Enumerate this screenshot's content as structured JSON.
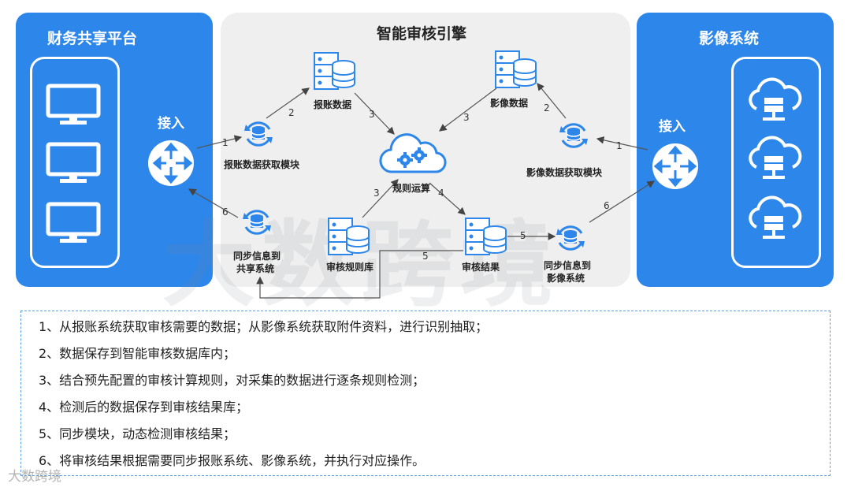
{
  "left_panel": {
    "title": "财务共享平台",
    "access_label": "接入"
  },
  "center_panel": {
    "title": "智能审核引擎"
  },
  "right_panel": {
    "title": "影像系统",
    "access_label": "接入"
  },
  "nodes": {
    "expense_data": "报账数据",
    "image_data": "影像数据",
    "expense_module": "报账数据获取模块",
    "image_module": "影像数据获取模块",
    "rule_compute": "规则运算",
    "rule_db": "审核规则库",
    "audit_result": "审核结果",
    "sync_shared_l1": "同步信息到",
    "sync_shared_l2": "共享系统",
    "sync_image_l1": "同步信息到",
    "sync_image_l2": "影像系统"
  },
  "step_numbers": {
    "left_in": "1",
    "expense_up": "2",
    "expense_to_rule": "3",
    "image_to_rule": "3",
    "image_up": "2",
    "right_in": "1",
    "ruledb_to_rule": "3",
    "rule_to_result": "4",
    "result_to_sync": "5",
    "result_back": "5",
    "sync_left": "6",
    "sync_right": "6"
  },
  "notes": [
    "1、从报账系统获取审核需要的数据；从影像系统获取附件资料，进行识别抽取；",
    "2、数据保存到智能审核数据库内；",
    "3、结合预先配置的审核计算规则，对采集的数据进行逐条规则检测；",
    "4、检测后的数据保存到审核结果库；",
    "5、同步模块，动态检测审核结果；",
    "6、将审核结果根据需要同步报账系统、影像系统，并执行对应操作。"
  ],
  "watermark": {
    "big": "大数跨境",
    "small": "大数跨境"
  },
  "colors": {
    "panel_blue": "#2d86ea",
    "icon_blue": "#2d86ea",
    "center_bg": "#efefef",
    "dashed_border": "#5aa0e8"
  }
}
